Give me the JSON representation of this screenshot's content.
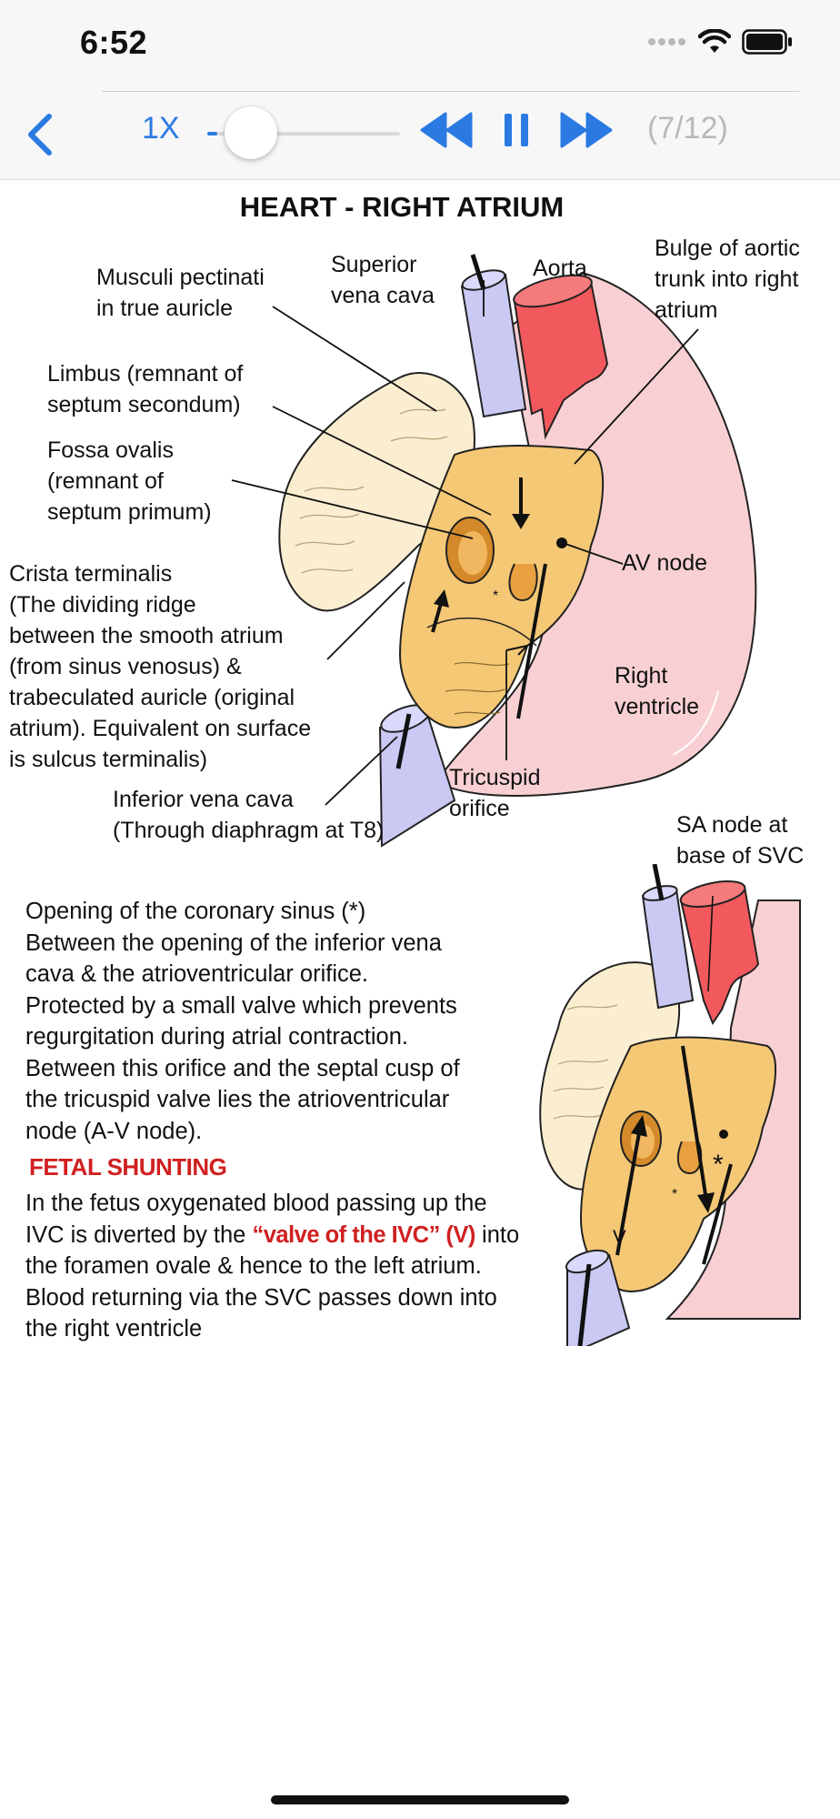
{
  "status_bar": {
    "time": "6:52"
  },
  "player": {
    "speed_label": "1X",
    "progress_fraction": 0.05,
    "page_indicator": "(7/12)"
  },
  "colors": {
    "accent": "#2a7ae2",
    "fetal_red": "#d02020",
    "atrium_yellow": "#f5c875",
    "svc_blue": "#c9c9f4",
    "aorta_red": "#f2595c",
    "ventricle_pink": "#f8d0d3"
  },
  "icons": {
    "back": "chevron-left-icon",
    "rewind": "rewind-icon",
    "pause": "pause-icon",
    "forward": "fast-forward-icon",
    "signal": "signal-dots-icon",
    "wifi": "wifi-icon",
    "battery": "battery-icon"
  },
  "content": {
    "title": "HEART - RIGHT ATRIUM",
    "labels": {
      "musculi_1": "Musculi pectinati",
      "musculi_2": "in true auricle",
      "svc_1": "Superior",
      "svc_2": "vena cava",
      "aorta": "Aorta",
      "bulge_1": "Bulge of aortic",
      "bulge_2": "trunk into right",
      "bulge_3": "atrium",
      "limbus_1": "Limbus (remnant of",
      "limbus_2": "septum secondum)",
      "fossa_1": "Fossa ovalis",
      "fossa_2": "(remnant of",
      "fossa_3": "septum primum)",
      "crista_1": "Crista terminalis",
      "crista_2": "(The dividing ridge",
      "crista_3": "between the smooth atrium",
      "crista_4": "(from sinus venosus) &",
      "crista_5": "trabeculated auricle (original",
      "crista_6": "atrium). Equivalent on surface",
      "crista_7": "is sulcus terminalis)",
      "av_node": "AV node",
      "right_ventricle_1": "Right",
      "right_ventricle_2": "ventricle",
      "tricuspid_1": "Tricuspid",
      "tricuspid_2": "orifice",
      "ivc_1": "Inferior vena cava",
      "ivc_2": "(Through diaphragm at T8)",
      "sa_node_1": "SA node at",
      "sa_node_2": "base of SVC",
      "asterisk": "*",
      "valve_v": "V"
    },
    "coronary_paragraph": [
      "Opening of the coronary sinus (*)",
      "Between the opening of the inferior vena",
      "cava & the atrioventricular orifice.",
      "Protected by a small valve which prevents",
      "regurgitation during atrial contraction.",
      "Between this orifice and the septal cusp of",
      "the tricuspid valve lies the atrioventricular",
      "node (A-V node)."
    ],
    "fetal_heading": "FETAL SHUNTING",
    "fetal_paragraph": {
      "line1": "In the fetus oxygenated blood passing up the",
      "line2_pre": "IVC is diverted by the ",
      "line2_red": "“valve of the IVC” (V)",
      "line2_post": " into",
      "line3": "the foramen ovale & hence to the left atrium.",
      "line4": "Blood returning via the SVC passes down into",
      "line5": "the right ventricle"
    }
  }
}
